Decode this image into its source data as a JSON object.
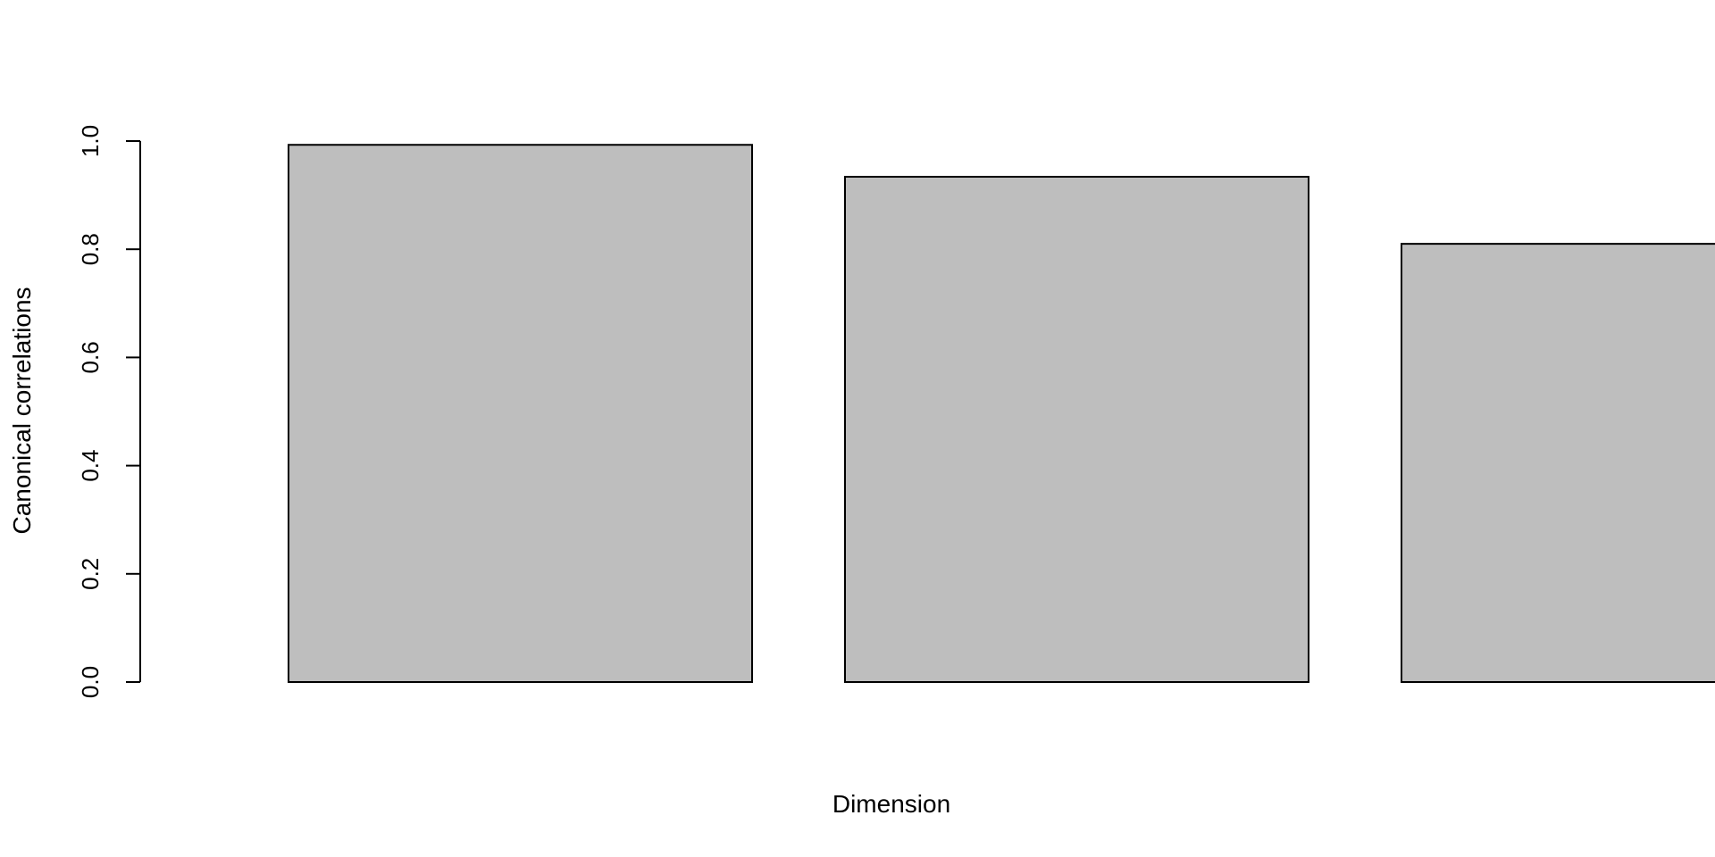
{
  "chart_data": {
    "type": "bar",
    "title": "",
    "xlabel": "Dimension",
    "ylabel": "Canonical correlations",
    "ylim": [
      0,
      1
    ],
    "yticks": [
      "0.0",
      "0.2",
      "0.4",
      "0.6",
      "0.8",
      "1.0"
    ],
    "values": [
      0.993,
      0.934,
      0.81
    ],
    "grid": false,
    "legend": "none",
    "colors": {
      "bar_fill": "#bebebe",
      "bar_stroke": "#000000",
      "axis": "#000000"
    }
  }
}
